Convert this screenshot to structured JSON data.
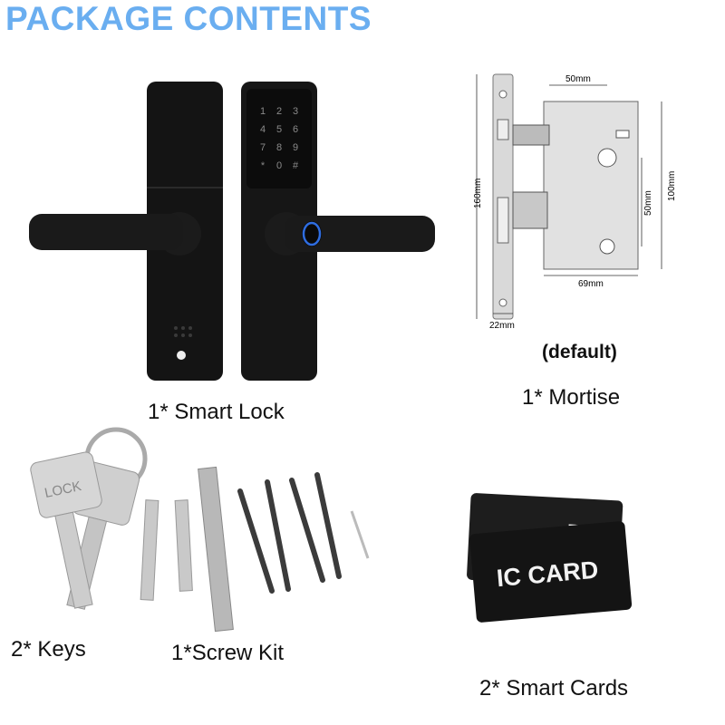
{
  "header": {
    "title": "PACKAGE CONTENTS"
  },
  "items": {
    "smart_lock": {
      "label": "1* Smart Lock"
    },
    "mortise": {
      "label": "1* Mortise",
      "note": "(default)",
      "dimensions": {
        "top": "50mm",
        "height": "160mm",
        "right": "100mm",
        "inner": "50mm",
        "bottom": "69mm",
        "faceplate": "22mm"
      }
    },
    "keys": {
      "label": "2* Keys",
      "engraving": "LOCK"
    },
    "screw_kit": {
      "label": "1*Screw Kit"
    },
    "smart_cards": {
      "label": "2* Smart Cards",
      "card_text": "IC CARD",
      "back_card_text": "RD"
    },
    "keypad": [
      "1",
      "2",
      "3",
      "4",
      "5",
      "6",
      "7",
      "8",
      "9",
      "*",
      "0",
      "#"
    ]
  }
}
